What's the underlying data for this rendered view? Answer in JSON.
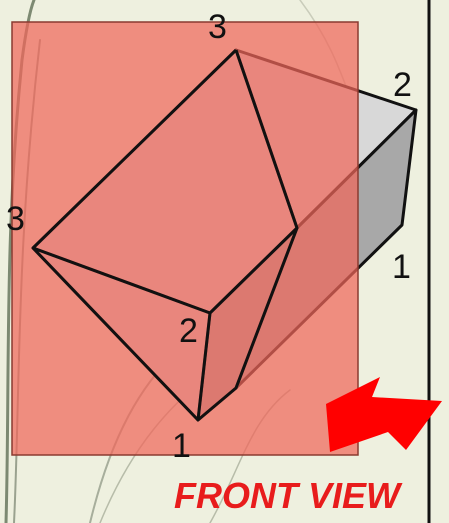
{
  "figure": {
    "caption": "FRONT VIEW",
    "vertex_labels": {
      "top": "3",
      "right_top": "2",
      "right_bottom": "1",
      "left": "3",
      "front_middle": "2",
      "bottom": "1"
    },
    "colors": {
      "background": "#eef0df",
      "projection_plane": "#f0675a",
      "block_face_light": "#d8d8d8",
      "block_face_dark": "#a8a8a8",
      "arrow": "#ff0000",
      "caption": "#e81c1c"
    }
  }
}
